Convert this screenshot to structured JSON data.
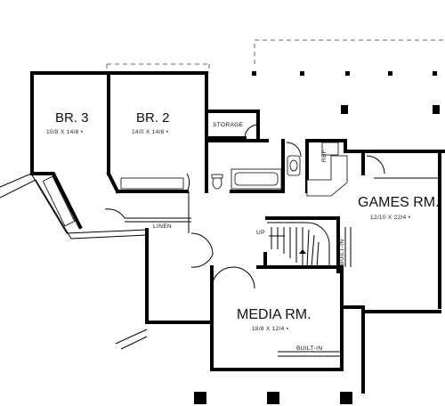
{
  "rooms": {
    "br3": {
      "name": "BR. 3",
      "dims": "10/8 X 14/8 •"
    },
    "br2": {
      "name": "BR. 2",
      "dims": "14/0 X 14/8 •"
    },
    "storage": {
      "name": "STORAGE"
    },
    "games": {
      "name": "GAMES RM.",
      "dims": "12/10 X 22/4 •"
    },
    "media": {
      "name": "MEDIA RM.",
      "dims": "18/8 X 12/4 •"
    }
  },
  "labels": {
    "linen": "LINEN",
    "up": "UP",
    "builtin_vertical": "BUILT-IN",
    "builtin_media": "BUILT-IN",
    "ref": "REF."
  }
}
